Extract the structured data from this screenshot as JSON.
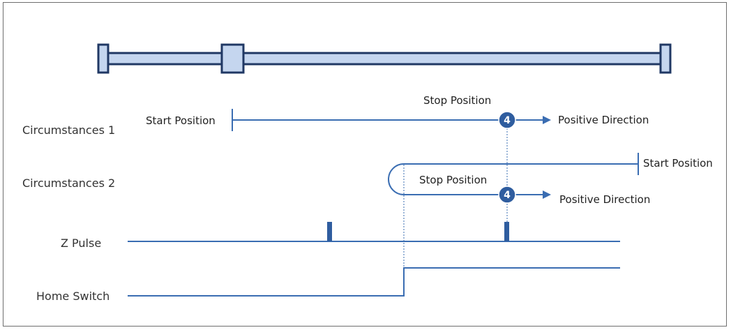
{
  "rail": {
    "fill": "#c5d6ef",
    "stroke": "#203864"
  },
  "line_color": "#3a6db2",
  "marker_color": "#2f5d9f",
  "rows": {
    "circ1": {
      "label": "Circumstances 1",
      "start_label": "Start Position",
      "stop_label": "Stop Position",
      "direction_label": "Positive Direction",
      "marker": "4"
    },
    "circ2": {
      "label": "Circumstances 2",
      "start_label": "Start Position",
      "stop_label": "Stop Position",
      "direction_label": "Positive Direction",
      "marker": "4"
    },
    "zpulse": {
      "label": "Z Pulse"
    },
    "home": {
      "label": "Home Switch"
    }
  }
}
